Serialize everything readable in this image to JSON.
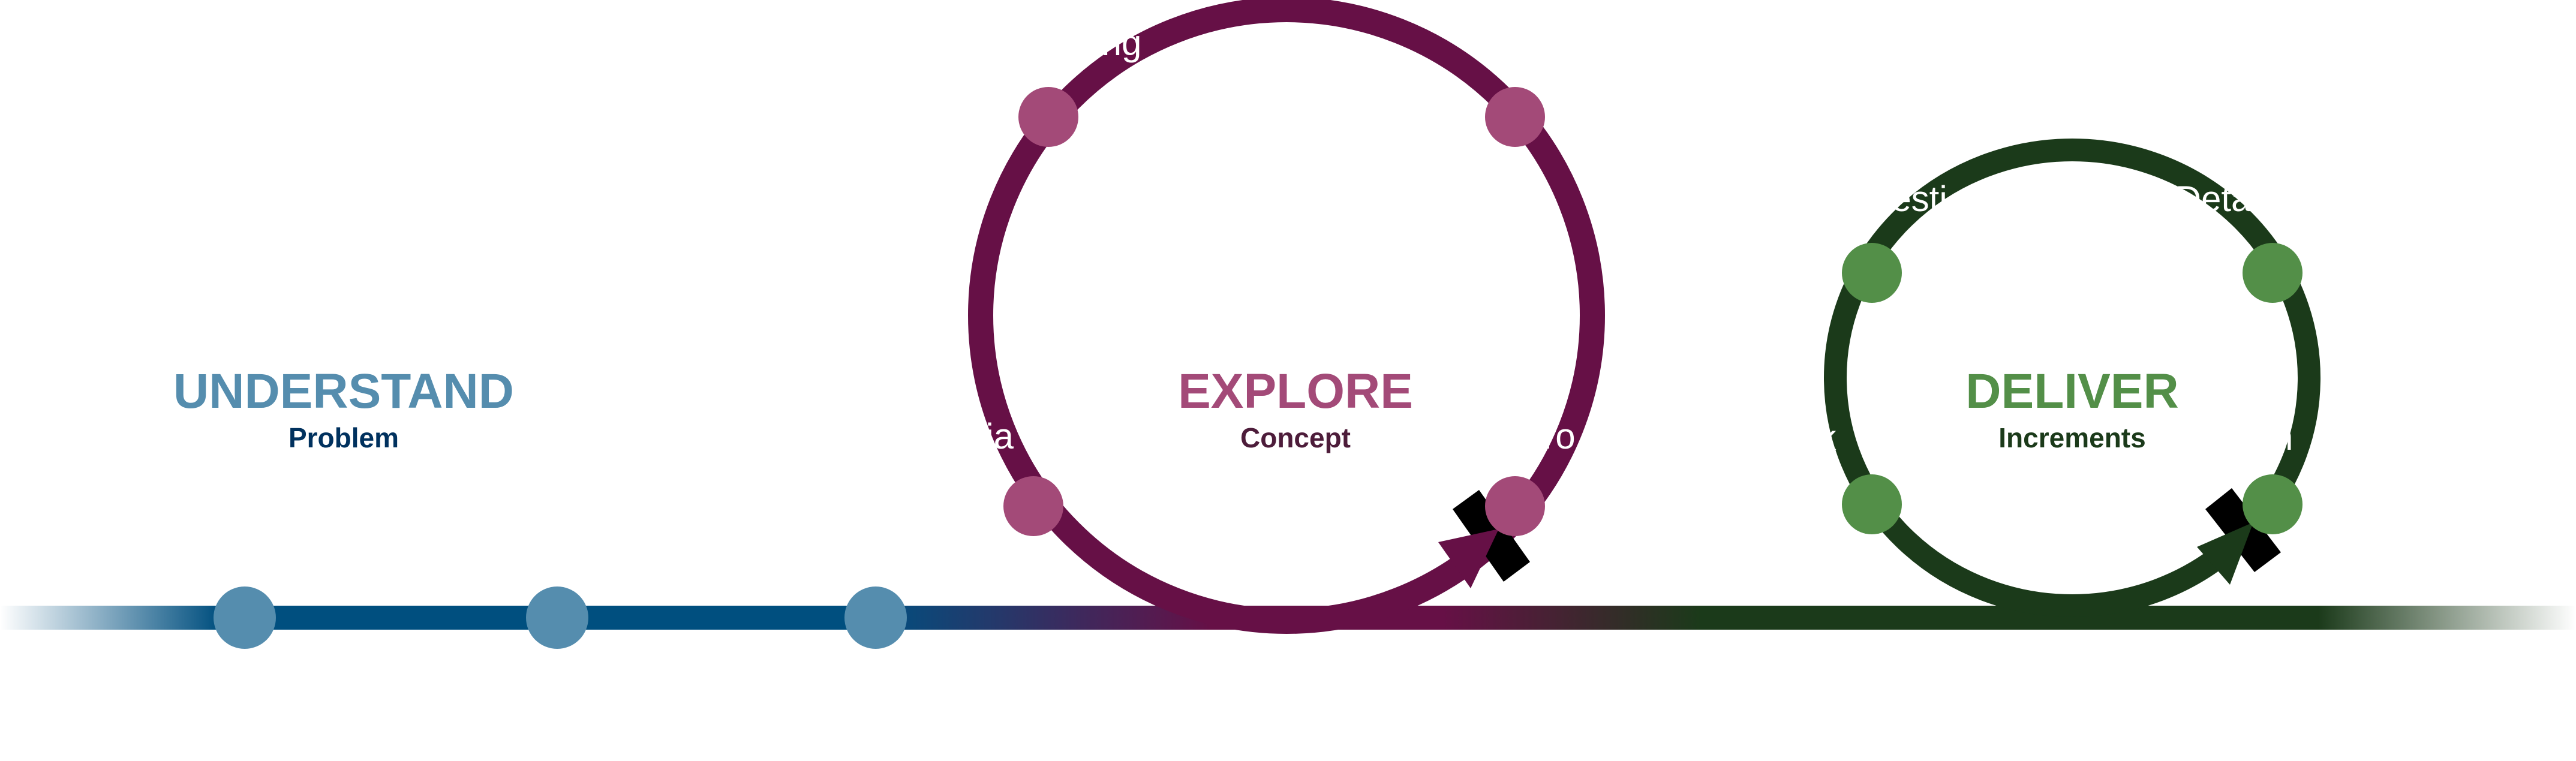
{
  "colors": {
    "understand_title": "#558dae",
    "understand_sub": "#00315e",
    "line_blue": "#004f7f",
    "explore_ring": "#661046",
    "explore_title": "#a34a78",
    "explore_sub": "#4d1c3a",
    "explore_dot": "#a34a78",
    "deliver_ring": "#1b3a1a",
    "deliver_title": "#538f48",
    "deliver_sub": "#1b3a1a",
    "deliver_dot": "#538f48",
    "understand_dot": "#558dae"
  },
  "phases": [
    {
      "title": "UNDERSTAND",
      "subtitle": "Problem"
    },
    {
      "title": "EXPLORE",
      "subtitle": "Concept"
    },
    {
      "title": "DELIVER",
      "subtitle": "Increments"
    }
  ],
  "hidden_label_fragments": {
    "explore": [
      "ng",
      "lja",
      "ro"
    ],
    "deliver": [
      "esti",
      "Deta",
      "ik",
      "nn"
    ]
  }
}
